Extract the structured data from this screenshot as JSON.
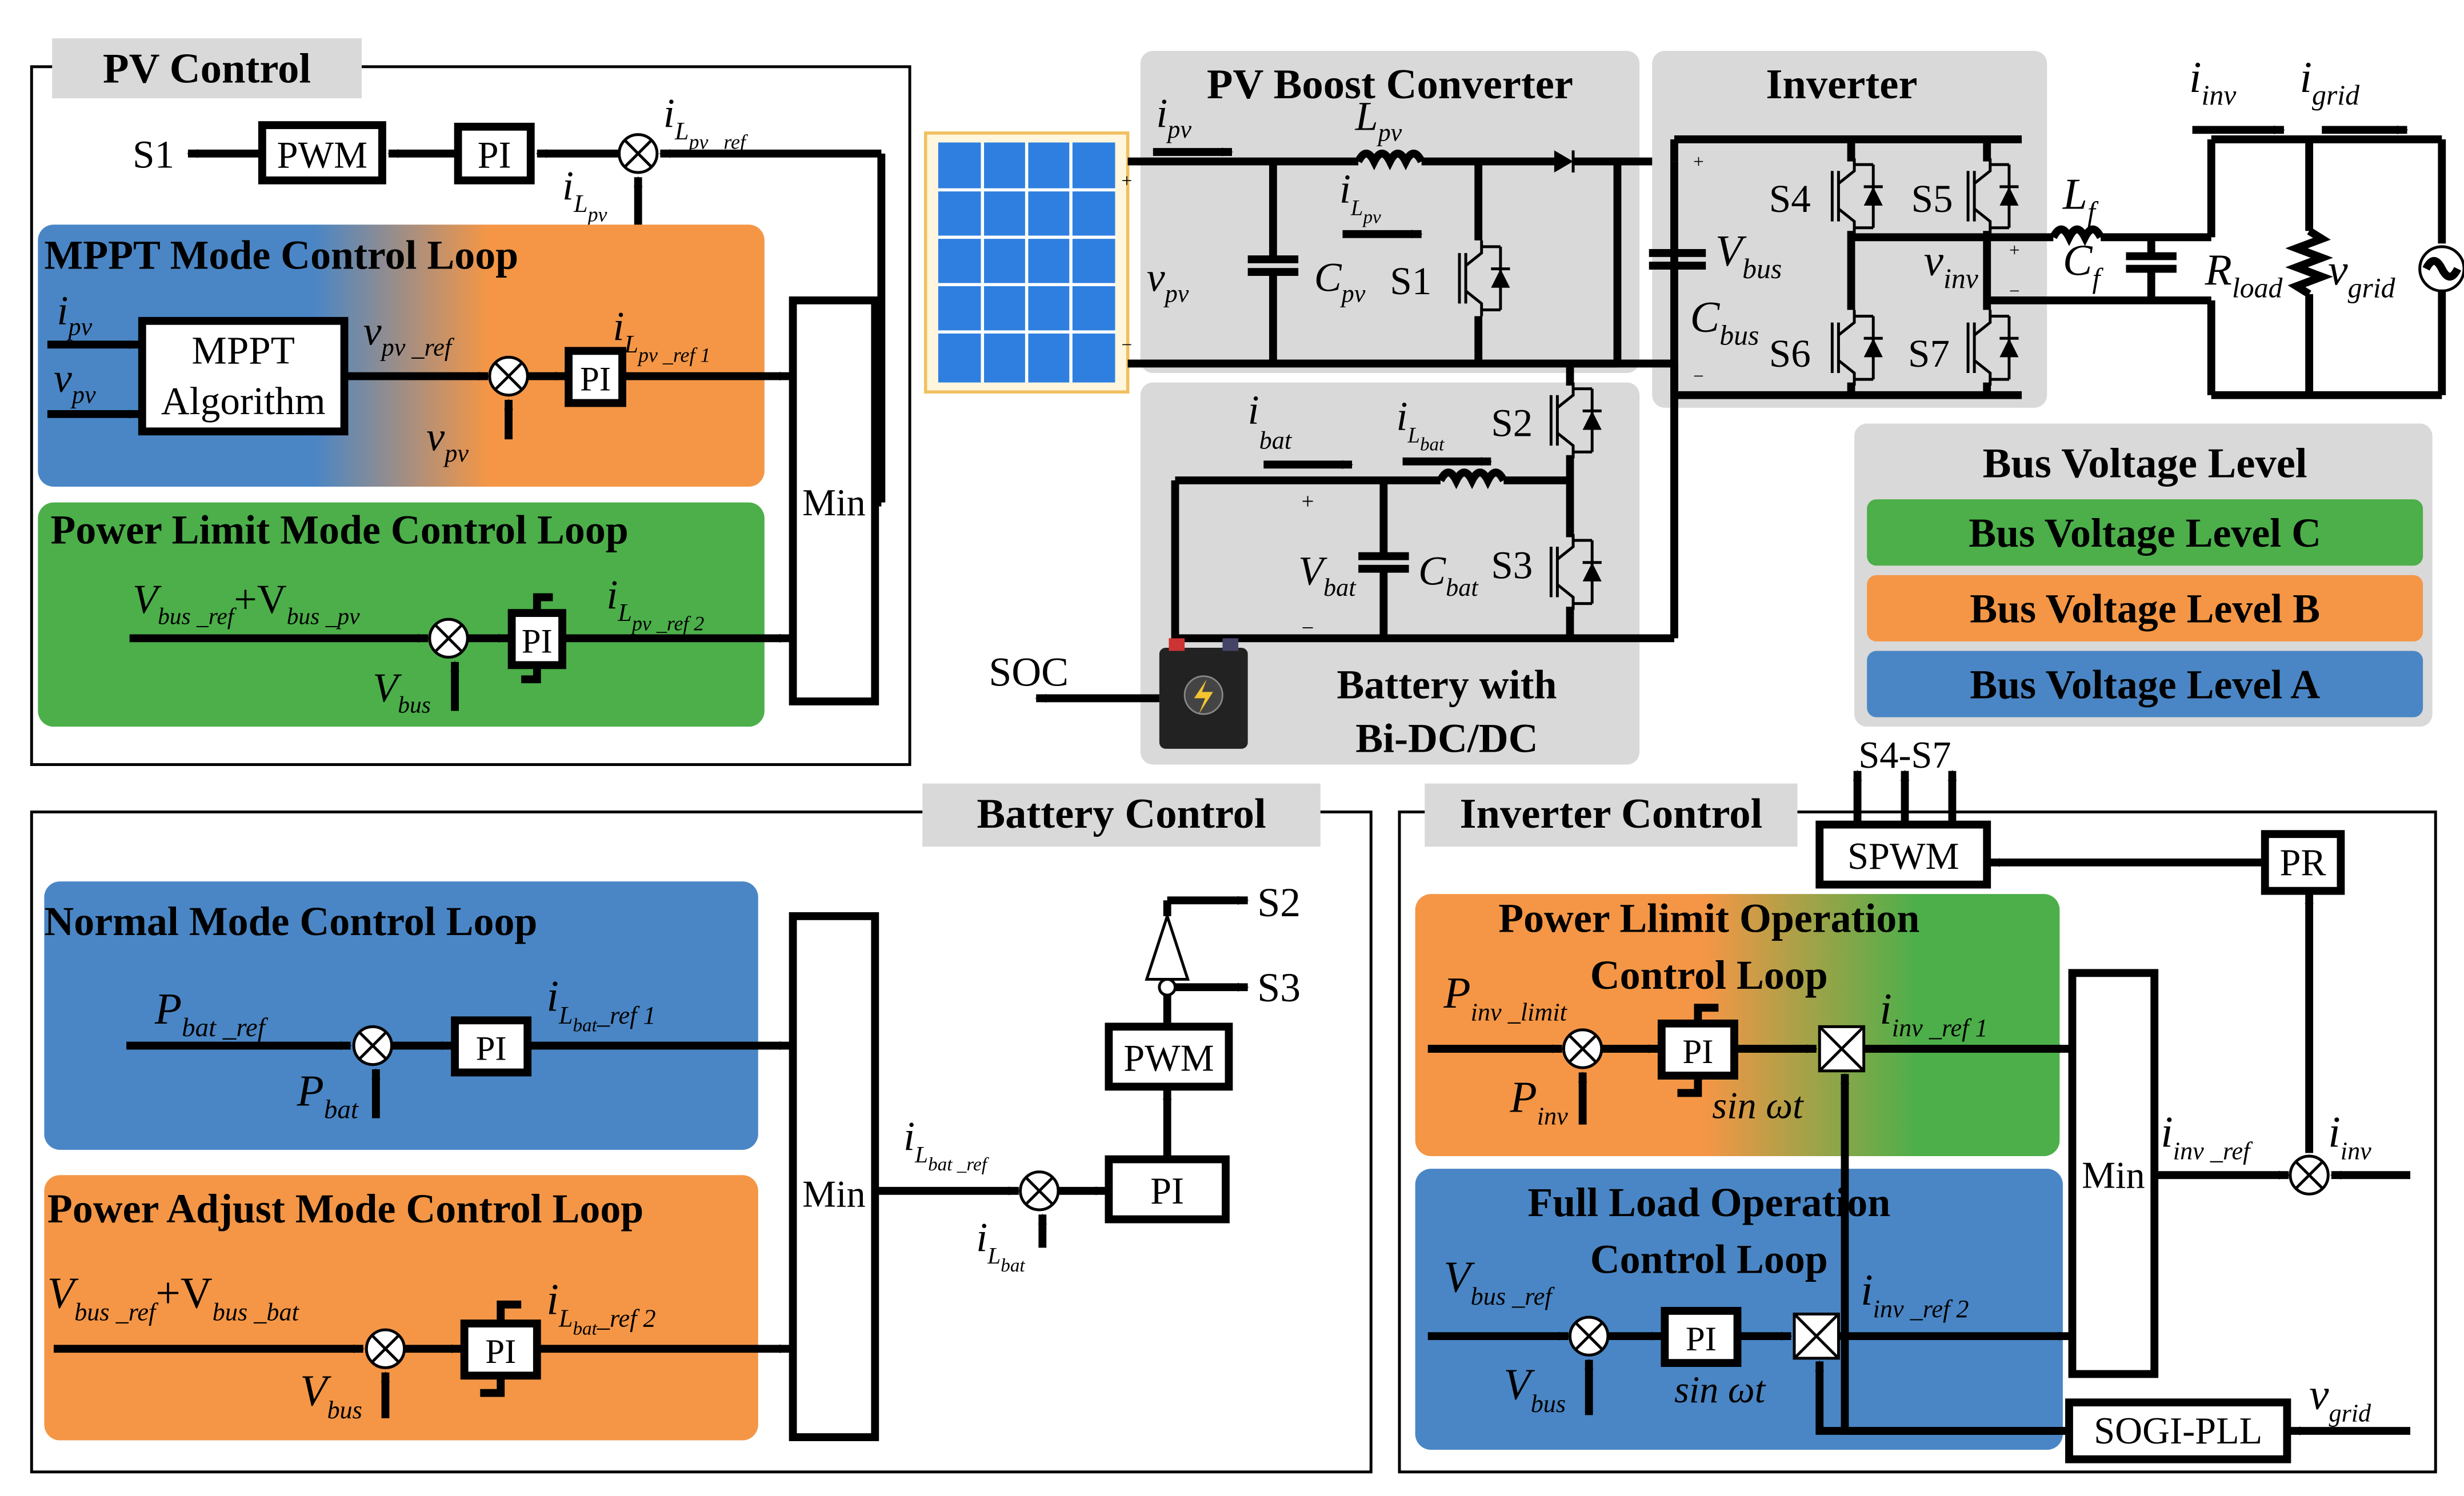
{
  "colors": {
    "level_a_blue": "#4a86c5",
    "level_b_orange": "#f49646",
    "level_c_green": "#4caf4a",
    "header_gray": "#d9d9d9",
    "pv_blue": "#2f7fe0"
  },
  "pv_control": {
    "title": "PV Control",
    "s1": "S1",
    "pwm": "PWM",
    "pi": "PI",
    "ref_label": "i",
    "ref_sub": "L",
    "ref_sub2": "pv _ref",
    "fb_label": "i",
    "fb_sub": "L",
    "fb_sub2": "pv",
    "min": "Min",
    "mppt": {
      "title": "MPPT Mode Control Loop",
      "algo_line1": "MPPT",
      "algo_line2": "Algorithm",
      "in1": "i",
      "in1_sub": "pv",
      "in2": "v",
      "in2_sub": "pv",
      "vref": "v",
      "vref_sub": "pv _ref",
      "vfb": "v",
      "vfb_sub": "pv",
      "pi": "PI",
      "out": "i",
      "out_sub": "L",
      "out_sub2": "pv _ref 1"
    },
    "power_limit": {
      "title": "Power Limit Mode Control Loop",
      "ref": "V",
      "ref_sub": "bus _ref",
      "ref_plus": "+V",
      "ref_sub2": "bus _pv",
      "fb": "V",
      "fb_sub": "bus",
      "pi": "PI",
      "out": "i",
      "out_sub": "L",
      "out_sub2": "pv _ref 2"
    }
  },
  "pv_boost": {
    "title": "PV Boost Converter",
    "ipv": "i",
    "ipv_sub": "pv",
    "lpv": "L",
    "lpv_sub": "pv",
    "ilpv": "i",
    "ilpv_sub": "L",
    "ilpv_sub2": "pv",
    "vpv": "v",
    "vpv_sub": "pv",
    "cpv": "C",
    "cpv_sub": "pv",
    "s1": "S1"
  },
  "inverter": {
    "title": "Inverter",
    "vbus": "V",
    "vbus_sub": "bus",
    "cbus": "C",
    "cbus_sub": "bus",
    "s4": "S4",
    "s5": "S5",
    "s6": "S6",
    "s7": "S7",
    "lf": "L",
    "lf_sub": "f",
    "cf": "C",
    "cf_sub": "f",
    "vinv": "v",
    "vinv_sub": "inv",
    "iinv": "i",
    "iinv_sub": "inv",
    "igrid": "i",
    "igrid_sub": "grid",
    "rload": "R",
    "rload_sub": "load",
    "vgrid": "v",
    "vgrid_sub": "grid"
  },
  "battery_circuit": {
    "title_line1": "Battery with",
    "title_line2": "Bi-DC/DC",
    "ibat": "i",
    "ibat_sub": "bat",
    "ilbat": "i",
    "ilbat_sub": "L",
    "ilbat_sub2": "bat",
    "vbat": "V",
    "vbat_sub": "bat",
    "cbat": "C",
    "cbat_sub": "bat",
    "s2": "S2",
    "s3": "S3",
    "soc": "SOC"
  },
  "legend": {
    "title": "Bus Voltage Level",
    "level_c": "Bus Voltage Level C",
    "level_b": "Bus Voltage Level B",
    "level_a": "Bus Voltage Level A"
  },
  "battery_control": {
    "title": "Battery Control",
    "min": "Min",
    "pi": "PI",
    "pwm": "PWM",
    "s2": "S2",
    "s3": "S3",
    "ref": "i",
    "ref_sub": "L",
    "ref_sub2": "bat _ref",
    "fb": "i",
    "fb_sub": "L",
    "fb_sub2": "bat",
    "normal": {
      "title": "Normal Mode Control Loop",
      "ref": "P",
      "ref_sub": "bat _ref",
      "fb": "P",
      "fb_sub": "bat",
      "pi": "PI",
      "out": "i",
      "out_sub": "L",
      "out_sub2": "bat",
      "out_sub3": "_ref 1"
    },
    "adjust": {
      "title": "Power Adjust Mode Control Loop",
      "ref": "V",
      "ref_sub": "bus _ref",
      "ref_plus": "+V",
      "ref_sub2": "bus _bat",
      "fb": "V",
      "fb_sub": "bus",
      "pi": "PI",
      "out": "i",
      "out_sub": "L",
      "out_sub2": "bat",
      "out_sub3": "_ref 2"
    }
  },
  "inverter_control": {
    "title": "Inverter Control",
    "s47": "S4-S7",
    "spwm": "SPWM",
    "pr": "PR",
    "min": "Min",
    "ref": "i",
    "ref_sub": "inv _ref",
    "fb": "i",
    "fb_sub": "inv",
    "sogi": "SOGI-PLL",
    "vgrid": "v",
    "vgrid_sub": "grid",
    "power_limit": {
      "title_line1": "Power Llimit Operation",
      "title_line2": "Control Loop",
      "ref": "P",
      "ref_sub": "inv _limit",
      "fb": "P",
      "fb_sub": "inv",
      "pi": "PI",
      "sin": "sin ωt",
      "out": "i",
      "out_sub": "inv _ref 1"
    },
    "full_load": {
      "title_line1": "Full Load Operation",
      "title_line2": "Control Loop",
      "ref": "V",
      "ref_sub": "bus _ref",
      "fb": "V",
      "fb_sub": "bus",
      "pi": "PI",
      "sin": "sin ωt",
      "out": "i",
      "out_sub": "inv _ref 2"
    }
  }
}
